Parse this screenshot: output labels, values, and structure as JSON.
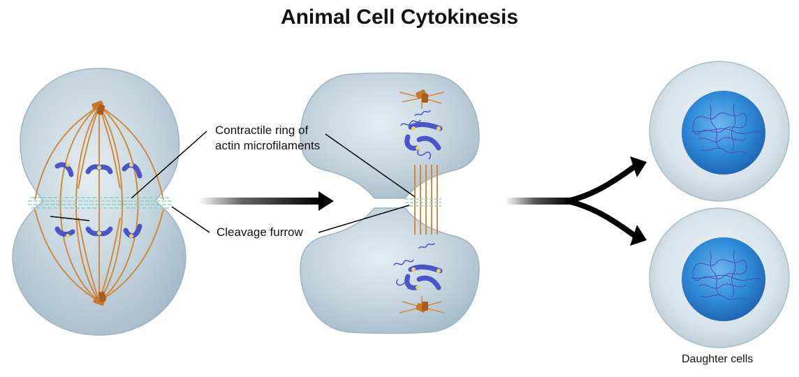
{
  "title": "Animal Cell Cytokinesis",
  "labels": {
    "contractile_ring_line1": "Contractile ring of",
    "contractile_ring_line2": "actin microfilaments",
    "cleavage_furrow": "Cleavage furrow",
    "daughter_cells": "Daughter cells"
  },
  "colors": {
    "cell_fill": "#b9cbd6",
    "spindle": "#d18a3a",
    "chromosome": "#4b55c8",
    "centrosome": "#c8782a",
    "ring": "#8fd0c8",
    "nucleus": "#1f7ed0",
    "arrow": "#000000"
  },
  "stages": [
    "anaphase-cell",
    "furrowing-cell",
    "daughter-cells"
  ]
}
